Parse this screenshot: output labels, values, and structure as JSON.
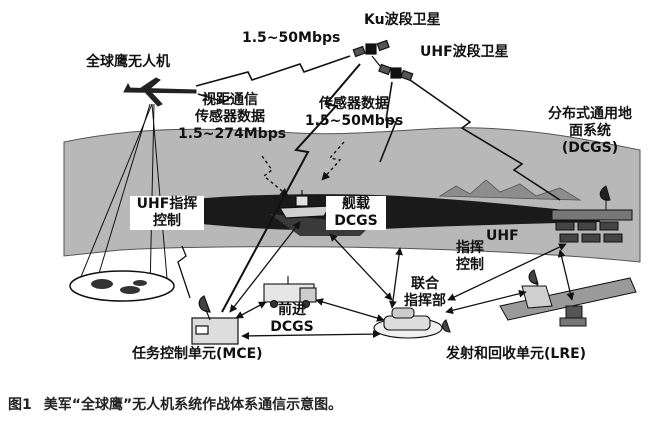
{
  "labels": {
    "ku_satellite": "Ku波段卫星",
    "uhf_satellite": "UHF波段卫星",
    "global_hawk": "全球鹰无人机",
    "link_top": "1.5~50Mbps",
    "los_line1": "视距通信",
    "los_line2": "传感器数据",
    "los_line3": "1.5~274Mbps",
    "sensor_line1": "传感器数据",
    "sensor_line2": "1.5~50Mbps",
    "dcgs_line1": "分布式通用地",
    "dcgs_line2": "面系统",
    "dcgs_line3": "(DCGS)",
    "uhf_cmd_line1": "UHF指挥",
    "uhf_cmd_line2": "控制",
    "ship_line1": "舰载",
    "ship_line2": "DCGS",
    "cmd_ctrl_line1": "指挥",
    "cmd_ctrl_line2": "控制",
    "uhf_small": "UHF",
    "forward_line1": "前进",
    "forward_line2": "DCGS",
    "joint_line1": "联合",
    "joint_line2": "指挥部",
    "mce": "任务控制单元(MCE)",
    "lre": "发射和回收单元(LRE)"
  },
  "caption": {
    "figure_no": "图1",
    "text": "美军“全球鹰”无人机系统作战体系通信示意图。"
  }
}
